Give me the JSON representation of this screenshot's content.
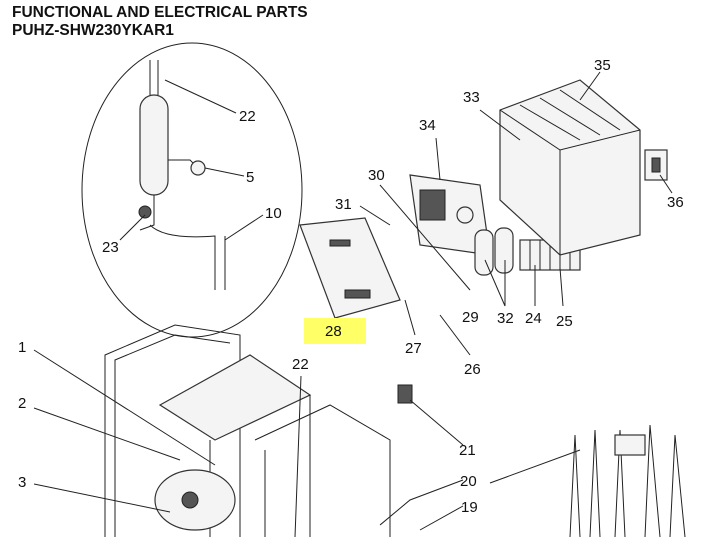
{
  "header": {
    "title": "FUNCTIONAL AND ELECTRICAL PARTS",
    "model": "PUHZ-SHW230YKAR1"
  },
  "highlight_color": "#ffff66",
  "callouts": [
    {
      "id": "22a",
      "label": "22"
    },
    {
      "id": "5",
      "label": "5"
    },
    {
      "id": "10",
      "label": "10"
    },
    {
      "id": "23",
      "label": "23"
    },
    {
      "id": "30",
      "label": "30"
    },
    {
      "id": "31",
      "label": "31"
    },
    {
      "id": "34",
      "label": "34"
    },
    {
      "id": "33",
      "label": "33"
    },
    {
      "id": "35",
      "label": "35"
    },
    {
      "id": "36",
      "label": "36"
    },
    {
      "id": "29",
      "label": "29"
    },
    {
      "id": "32",
      "label": "32"
    },
    {
      "id": "24",
      "label": "24"
    },
    {
      "id": "25",
      "label": "25"
    },
    {
      "id": "28",
      "label": "28",
      "highlighted": true
    },
    {
      "id": "27",
      "label": "27"
    },
    {
      "id": "26",
      "label": "26"
    },
    {
      "id": "22b",
      "label": "22"
    },
    {
      "id": "1",
      "label": "1"
    },
    {
      "id": "2",
      "label": "2"
    },
    {
      "id": "21",
      "label": "21"
    },
    {
      "id": "20",
      "label": "20"
    },
    {
      "id": "3",
      "label": "3"
    },
    {
      "id": "19",
      "label": "19"
    }
  ]
}
